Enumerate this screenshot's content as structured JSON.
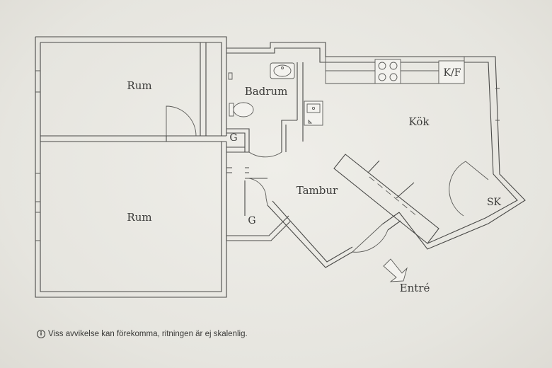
{
  "rooms": {
    "rum_top": "Rum",
    "rum_bottom": "Rum",
    "badrum": "Badrum",
    "kok": "Kök",
    "tambur": "Tambur",
    "garderob_1": "G",
    "garderob_2": "G",
    "kyl_frys": "K/F",
    "skap": "SK",
    "entre": "Entré"
  },
  "note": {
    "icon": "info-icon",
    "glyph": "i",
    "text": "Viss avvikelse kan förekomma, ritningen är ej skalenlig."
  }
}
